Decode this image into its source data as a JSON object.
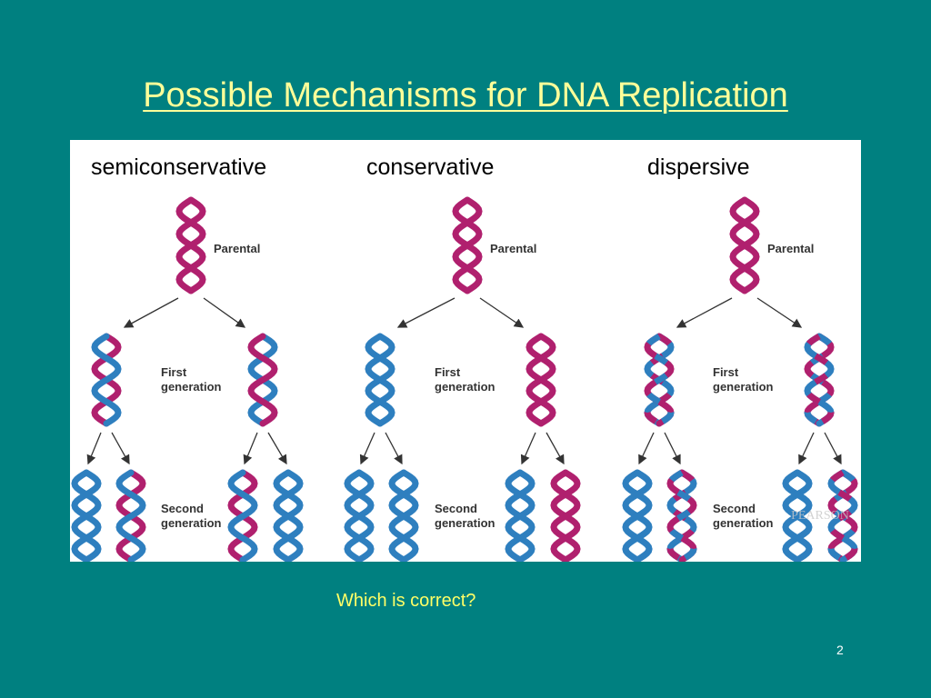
{
  "slide": {
    "title": "Possible Mechanisms for DNA Replication",
    "question": "Which is correct?",
    "page_number": "2"
  },
  "columns": [
    {
      "heading": "semiconservative",
      "parental_label": "Parental",
      "first_label": [
        "First",
        "generation"
      ],
      "second_label": [
        "Second",
        "generation"
      ]
    },
    {
      "heading": "conservative",
      "parental_label": "Parental",
      "first_label": [
        "First",
        "generation"
      ],
      "second_label": [
        "Second",
        "generation"
      ]
    },
    {
      "heading": "dispersive",
      "parental_label": "Parental",
      "first_label": [
        "First",
        "generation"
      ],
      "second_label": [
        "Second",
        "generation"
      ]
    }
  ],
  "watermark": "PEARSON",
  "colors": {
    "background": "#008080",
    "title": "#ffff99",
    "parental_strand": "#b0206e",
    "new_strand": "#2e7fbf"
  }
}
